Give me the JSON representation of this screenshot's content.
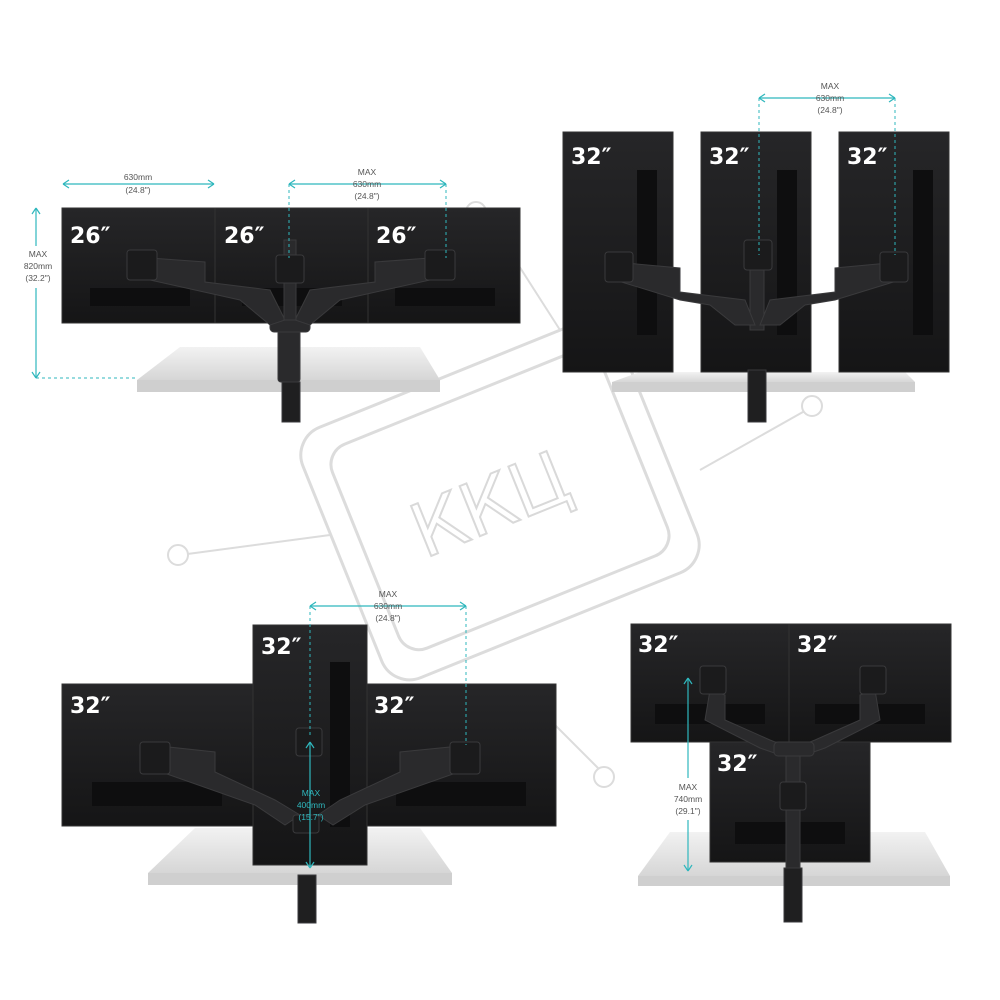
{
  "colors": {
    "monitor": "#1d1d1f",
    "monitor_edge": "#2b2b2e",
    "arm": "#2a2a2c",
    "accent": "#2fb7bd",
    "desk": "#e3e3e3",
    "watermark": "#d9d9d9"
  },
  "watermark": {
    "text": "ККЦ"
  },
  "panels": [
    {
      "sizes": [
        "26″",
        "26″",
        "26″"
      ],
      "dims": [
        {
          "lines": [
            "630mm",
            "(24.8\")"
          ]
        },
        {
          "lines": [
            "MAX",
            "630mm",
            "(24.8\")"
          ]
        },
        {
          "lines": [
            "MAX",
            "820mm",
            "(32.2\")"
          ]
        }
      ]
    },
    {
      "sizes": [
        "32″",
        "32″",
        "32″"
      ],
      "dims": [
        {
          "lines": [
            "MAX",
            "630mm",
            "(24.8\")"
          ]
        }
      ]
    },
    {
      "sizes": [
        "32″",
        "32″",
        "32″"
      ],
      "dims": [
        {
          "lines": [
            "MAX",
            "630mm",
            "(24.8\")"
          ]
        },
        {
          "lines": [
            "MAX",
            "400mm",
            "(15.7\")"
          ]
        }
      ]
    },
    {
      "sizes": [
        "32″",
        "32″",
        "32″"
      ],
      "dims": [
        {
          "lines": [
            "MAX",
            "740mm",
            "(29.1\")"
          ]
        }
      ]
    }
  ]
}
